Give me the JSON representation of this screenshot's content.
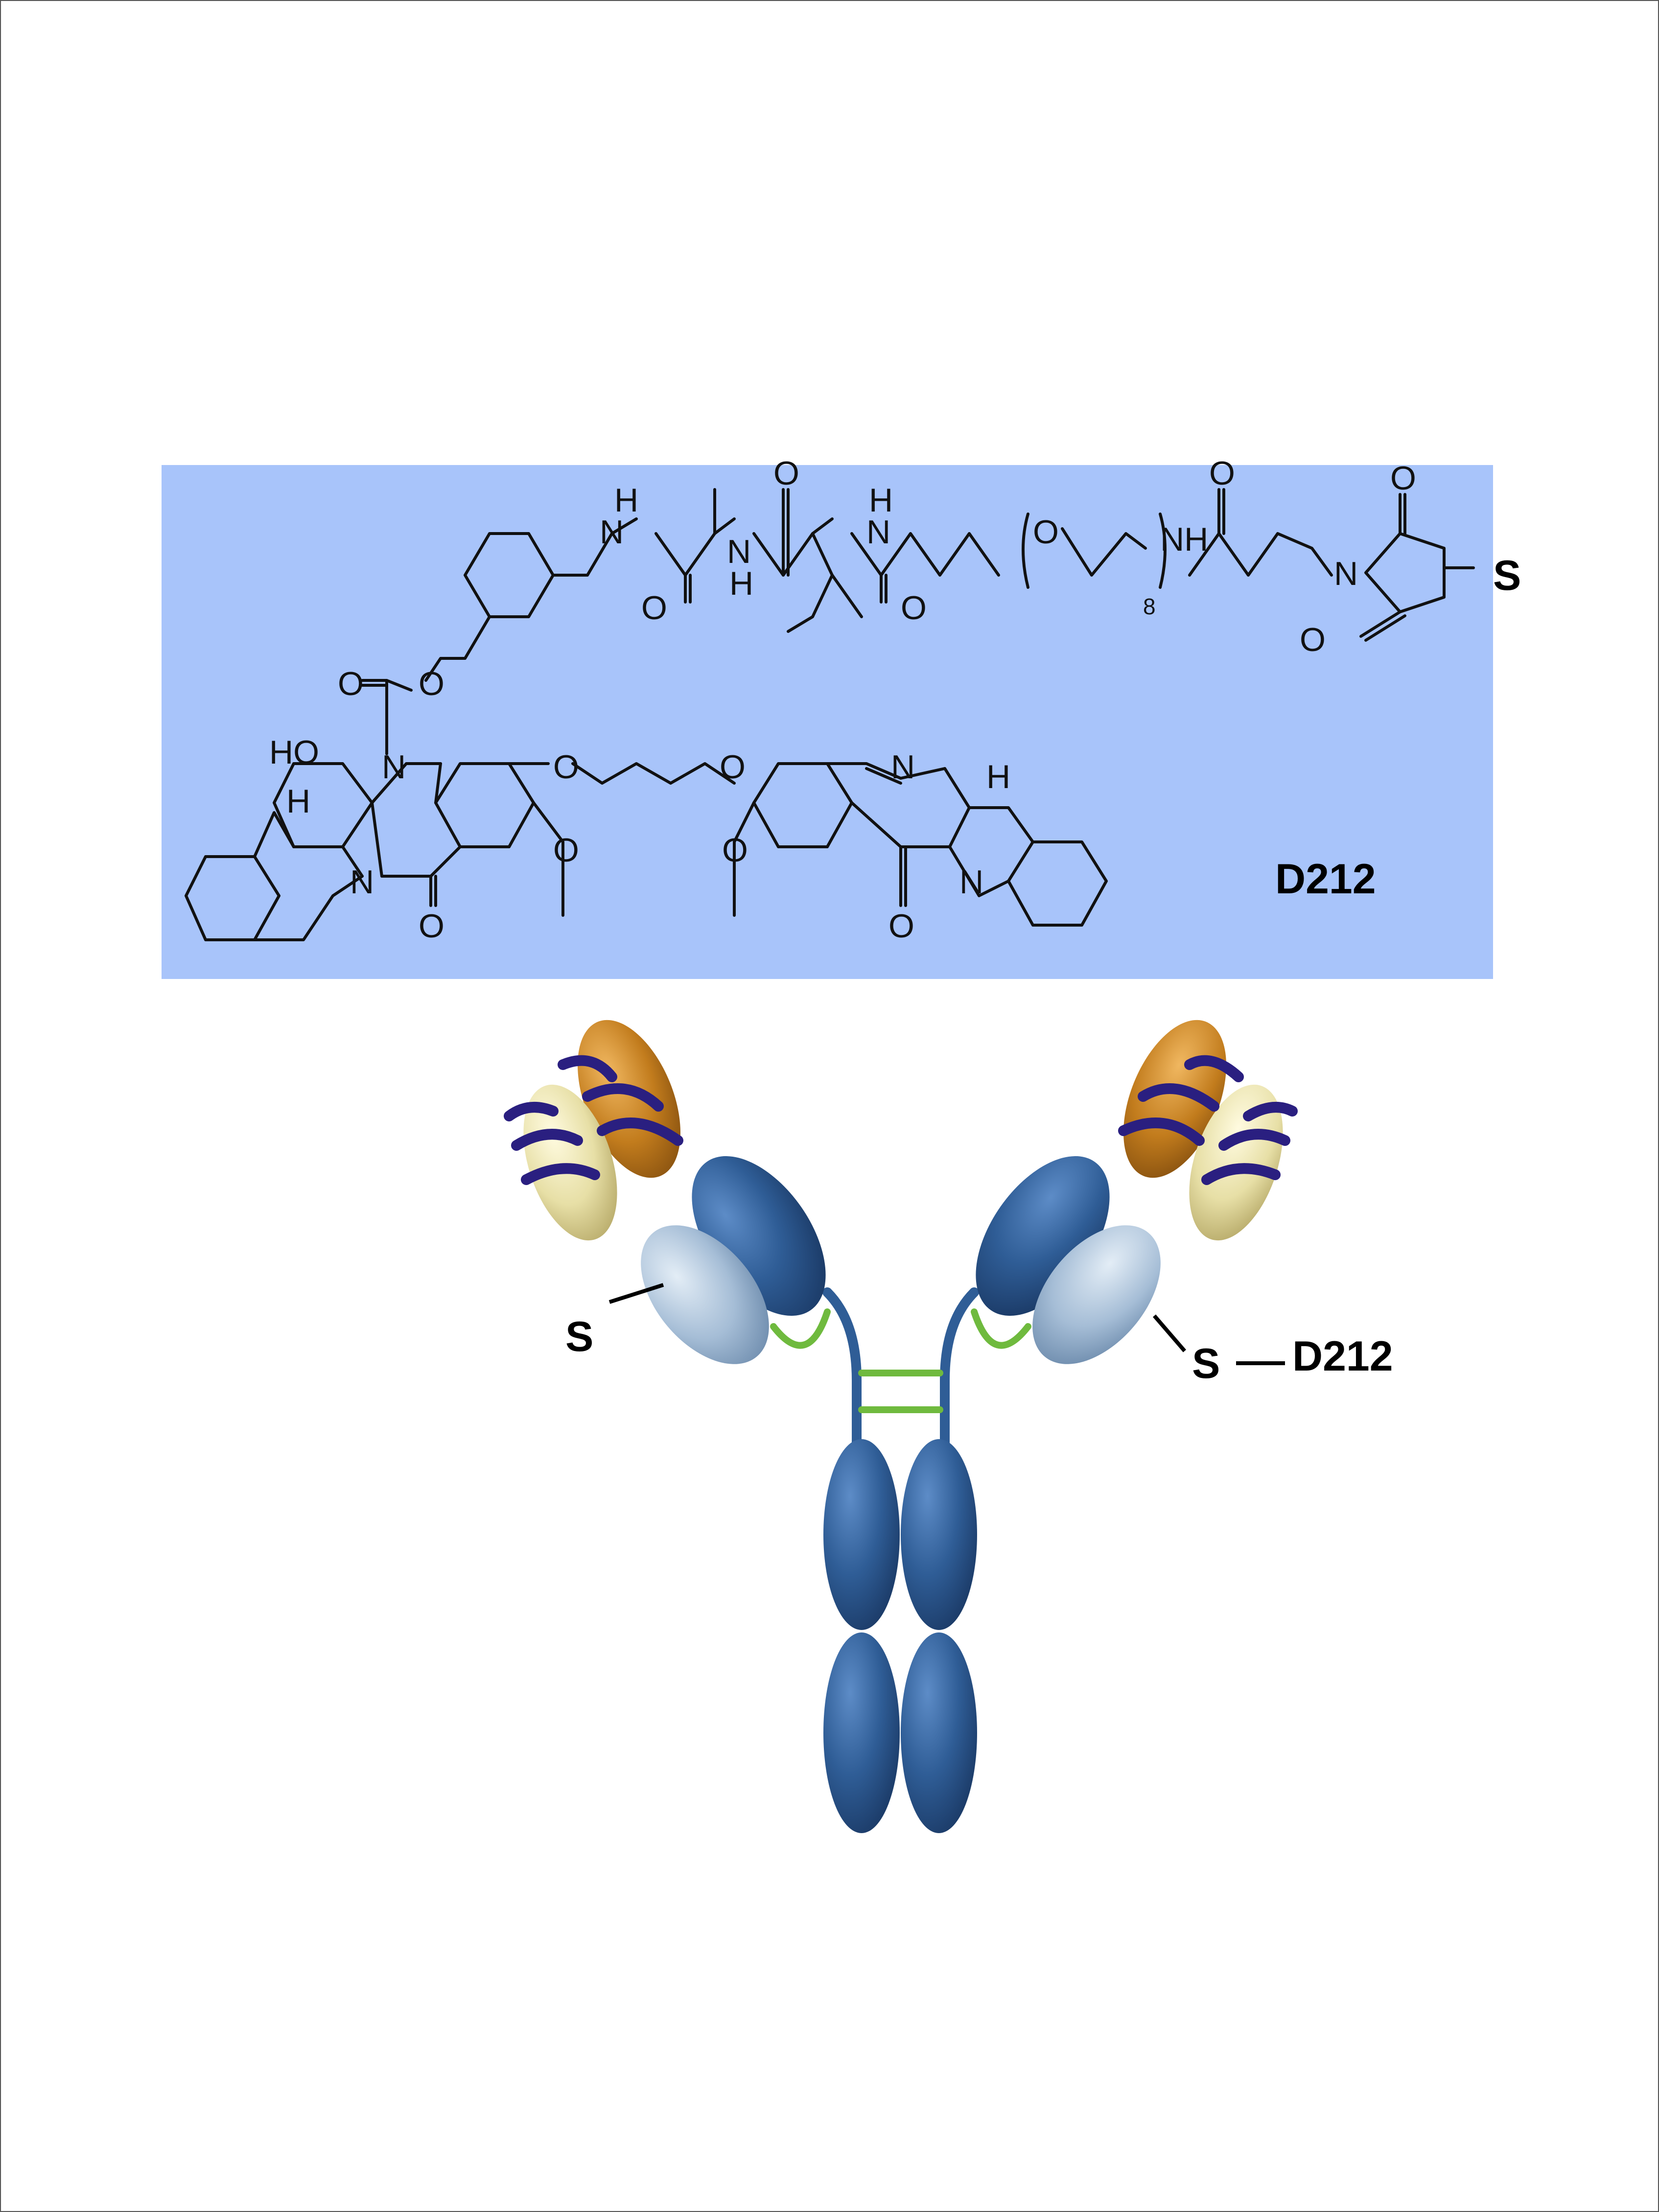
{
  "molecule": {
    "name": "D212",
    "attachment_atom": "S",
    "atoms": {
      "nh_top_1": "H",
      "nh_top_1_n": "N",
      "o_1": "O",
      "n_2": "N",
      "h_2": "H",
      "o_2": "O",
      "h_3": "H",
      "n_3": "N",
      "o_3": "O",
      "peg_o": "O",
      "peg_count": "8",
      "peg_nh": "NH",
      "o_4": "O",
      "o_5": "O",
      "n_maleimide": "N",
      "o_6": "O",
      "o_carbonyl": "O",
      "o_ester": "O",
      "ho": "HO",
      "n_left": "N",
      "h_left": "H",
      "n_left_ring": "N",
      "o_left_ketone": "O",
      "o_linker_1": "O",
      "o_linker_2": "O",
      "o_methoxy_left": "O",
      "n_imine": "N",
      "h_right": "H",
      "o_methoxy_right": "O",
      "n_right_ring": "N",
      "o_right_ketone": "O"
    }
  },
  "antibody": {
    "left_label": "S",
    "right_label_s": "S",
    "right_label_drug": "D212"
  },
  "colors": {
    "molecule_panel": "#a8c4fa",
    "heavy_chain": "#2f5d96",
    "light_chain": "#9db6d0",
    "variable_heavy": "#c27c1d",
    "variable_light": "#e7dfa6",
    "cdr_band": "#2a1f80",
    "disulfide": "#6fba3e"
  }
}
